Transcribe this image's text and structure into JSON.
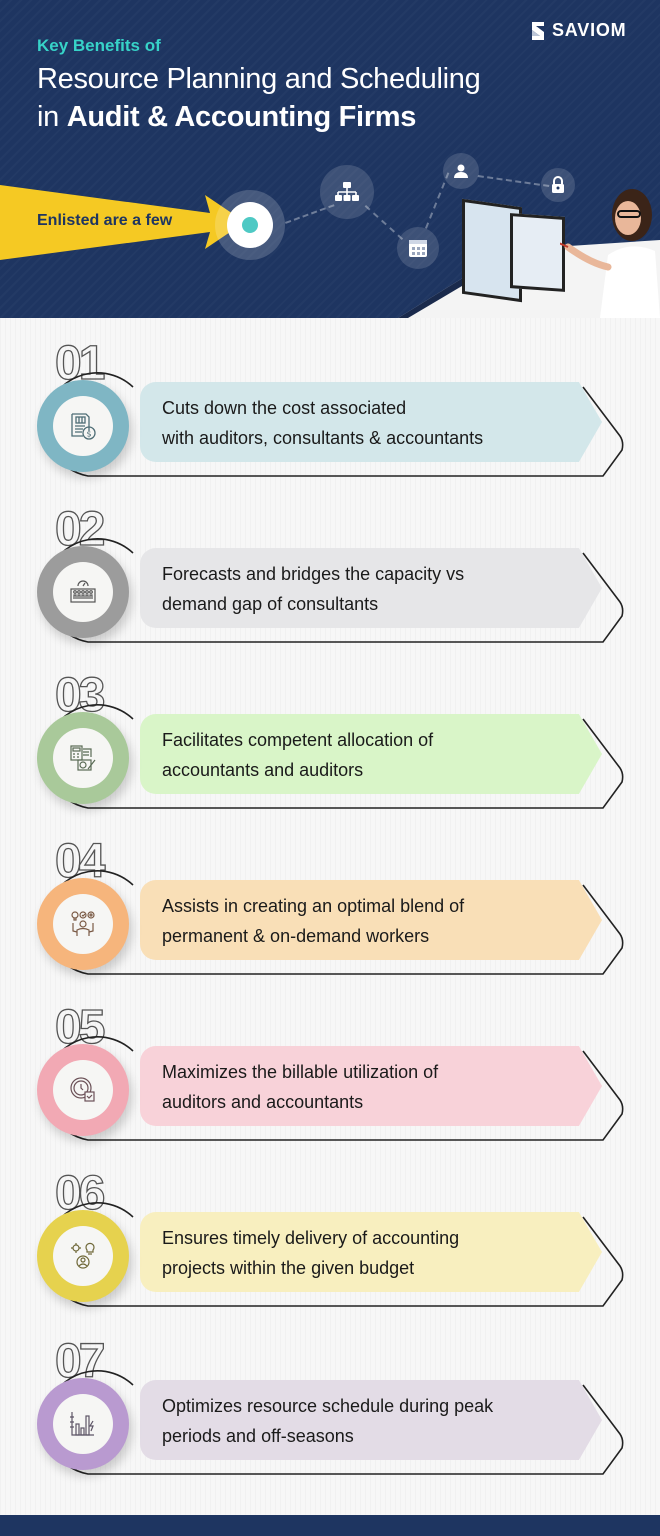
{
  "header": {
    "kicker": "Key Benefits of",
    "title_line1": "Resource Planning and Scheduling",
    "title_line2_prefix": "in ",
    "title_line2_bold": "Audit & Accounting Firms",
    "logo_text": "SAVIOM",
    "banner_label": "Enlisted are a few",
    "icons": [
      "org-chart-icon",
      "calendar-icon",
      "user-icon",
      "lock-icon"
    ]
  },
  "colors": {
    "navy": "#1e3561",
    "teal_accent": "#37d3c8",
    "yellow_arrow": "#f5c923"
  },
  "benefits": [
    {
      "number": "01",
      "line1": "Cuts down the cost associated",
      "line2": "with auditors, consultants & accountants",
      "icon": "invoice-dollar-icon",
      "circle_color": "#7fb6c4",
      "banner_color": "#d3e7ea"
    },
    {
      "number": "02",
      "line1": "Forecasts and bridges the capacity vs",
      "line2": "demand gap of consultants",
      "icon": "team-capacity-gauge-icon",
      "circle_color": "#9c9c9c",
      "banner_color": "#e6e6e8"
    },
    {
      "number": "03",
      "line1": "Facilitates competent allocation of",
      "line2": "accountants and auditors",
      "icon": "calculator-document-icon",
      "circle_color": "#a9c99a",
      "banner_color": "#d9f5c8"
    },
    {
      "number": "04",
      "line1": "Assists in creating an optimal blend of",
      "line2": "permanent & on-demand workers",
      "icon": "worker-ideas-icon",
      "circle_color": "#f6b57c",
      "banner_color": "#f9dfb7"
    },
    {
      "number": "05",
      "line1": "Maximizes the billable utilization of",
      "line2": "auditors and accountants",
      "icon": "clock-check-icon",
      "circle_color": "#f2a9b4",
      "banner_color": "#f8d2d9"
    },
    {
      "number": "06",
      "line1": "Ensures timely delivery of accounting",
      "line2": "projects within the given budget",
      "icon": "gear-bulb-person-icon",
      "circle_color": "#e6d24e",
      "banner_color": "#f8efbf"
    },
    {
      "number": "07",
      "line1": "Optimizes resource schedule during peak",
      "line2": "periods and off-seasons",
      "icon": "bar-chart-bolt-icon",
      "circle_color": "#b99ad0",
      "banner_color": "#e3dce6"
    }
  ]
}
